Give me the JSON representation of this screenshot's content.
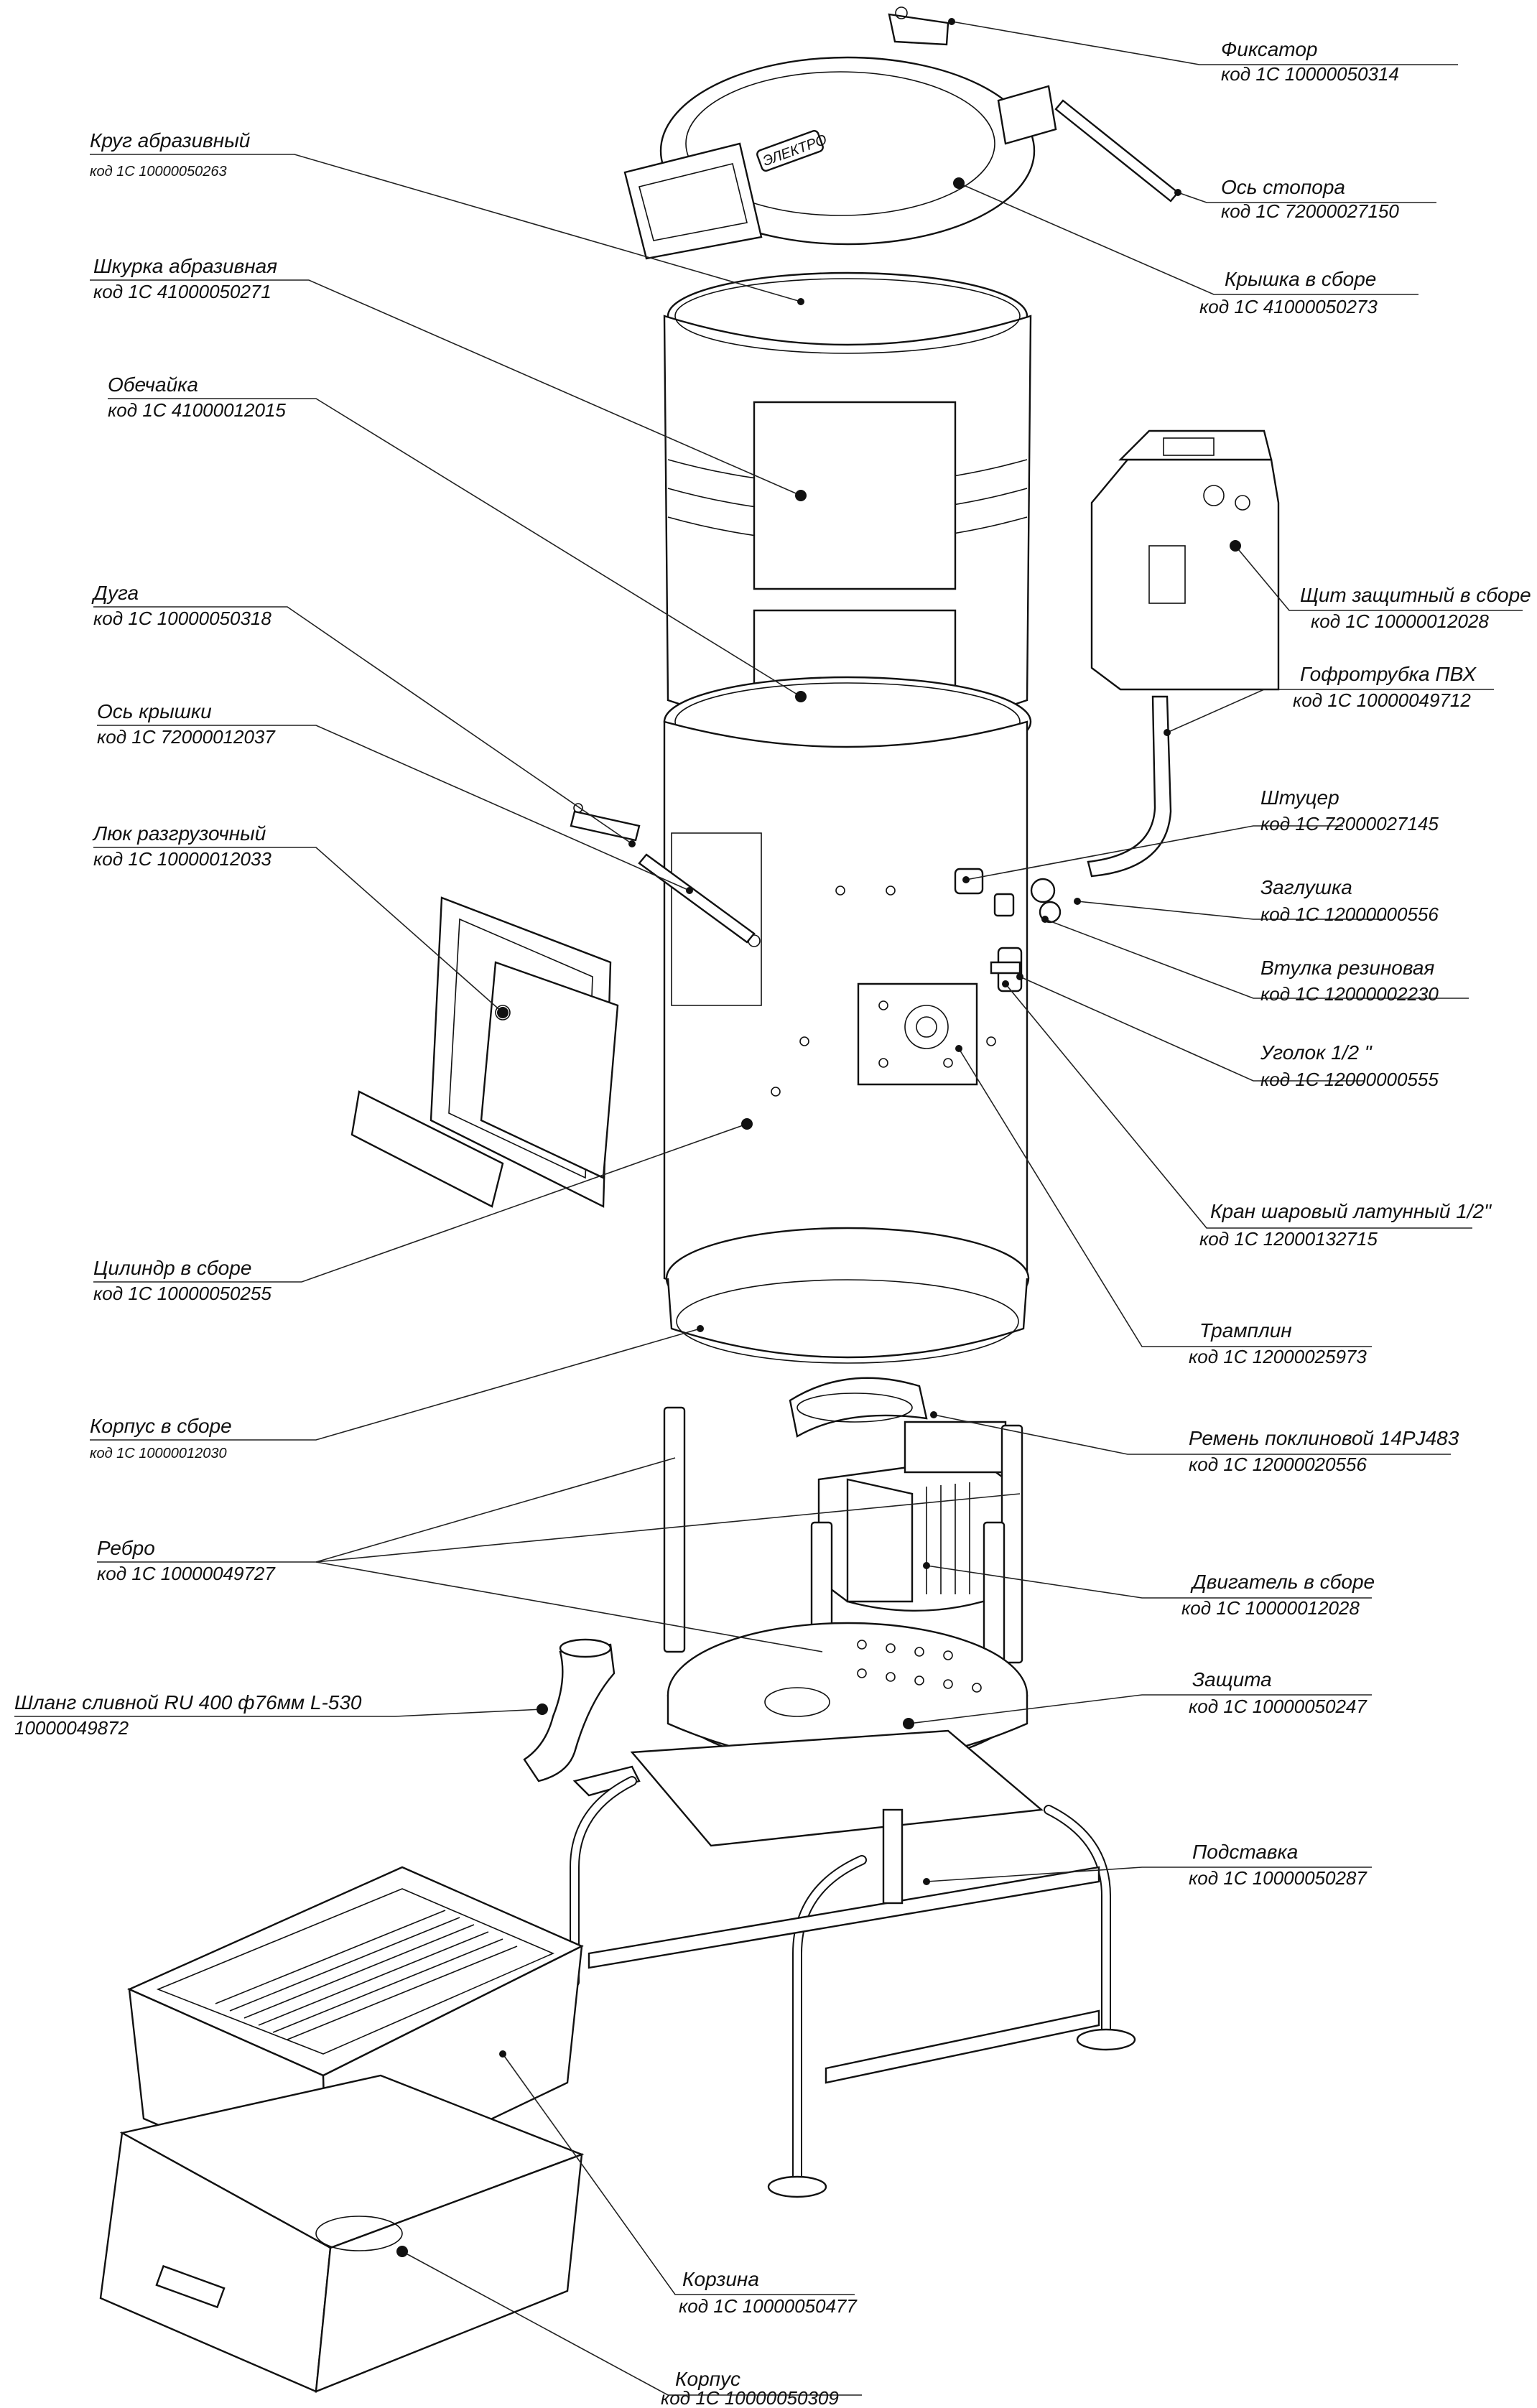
{
  "callouts": {
    "fiksator": {
      "name": "Фиксатор",
      "code": "код 1С 10000050314"
    },
    "krug": {
      "name": "Круг абразивный",
      "code": "код 1С 10000050263"
    },
    "os_stopora": {
      "name": "Ось стопора",
      "code": "код 1С 72000027150"
    },
    "shkurka": {
      "name": "Шкурка абразивная",
      "code": "код 1С 41000050271"
    },
    "kryshka": {
      "name": "Крышка в сборе",
      "code": "код 1С 41000050273"
    },
    "obechaika": {
      "name": "Обечайка",
      "code": "код 1С 41000012015"
    },
    "shchit": {
      "name": "Щит защитный в сборе",
      "code": "код 1С 10000012028"
    },
    "duga": {
      "name": "Дуга",
      "code": "код 1С 10000050318"
    },
    "gofrotrubka": {
      "name": "Гофротрубка ПВХ",
      "code": "код 1С 10000049712"
    },
    "os_kryshki": {
      "name": "Ось крышки",
      "code": "код 1С 72000012037"
    },
    "shtutser": {
      "name": "Штуцер",
      "code": "код 1С 72000027145"
    },
    "lyuk": {
      "name": "Люк разгрузочный",
      "code": "код 1С 10000012033"
    },
    "zaglushka": {
      "name": "Заглушка",
      "code": "код 1С 12000000556"
    },
    "vtulka": {
      "name": "Втулка резиновая",
      "code": "код 1С 12000002230"
    },
    "ugolok": {
      "name": "Уголок 1/2 \"",
      "code": "код 1С 12000000555"
    },
    "kran": {
      "name": "Кран шаровый латунный 1/2\"",
      "code": "код 1С 12000132715"
    },
    "tsilindr": {
      "name": "Цилиндр в сборе",
      "code": "код 1С 10000050255"
    },
    "tramplin": {
      "name": "Трамплин",
      "code": "код 1С 12000025973"
    },
    "korpus_sbor": {
      "name": "Корпус в сборе",
      "code": "код 1С 10000012030"
    },
    "remen": {
      "name": "Ремень поклиновой 14PJ483",
      "code": "код 1С 12000020556"
    },
    "rebro": {
      "name": "Ребро",
      "code": "код 1С 10000049727"
    },
    "dvigatel": {
      "name": "Двигатель в сборе",
      "code": "код 1С 10000012028"
    },
    "shlang": {
      "name": "Шланг сливной RU 400 ф76мм L-530",
      "code": "10000049872"
    },
    "zashchita": {
      "name": "Защита",
      "code": "код 1С 10000050247"
    },
    "podstavka": {
      "name": "Подставка",
      "code": "код 1С 10000050287"
    },
    "korzina": {
      "name": "Корзина",
      "code": "код 1С 10000050477"
    },
    "korpus": {
      "name": "Корпус",
      "code": "код 1С 10000050309"
    }
  },
  "cover_logo_text": "ЭЛЕКТРО"
}
